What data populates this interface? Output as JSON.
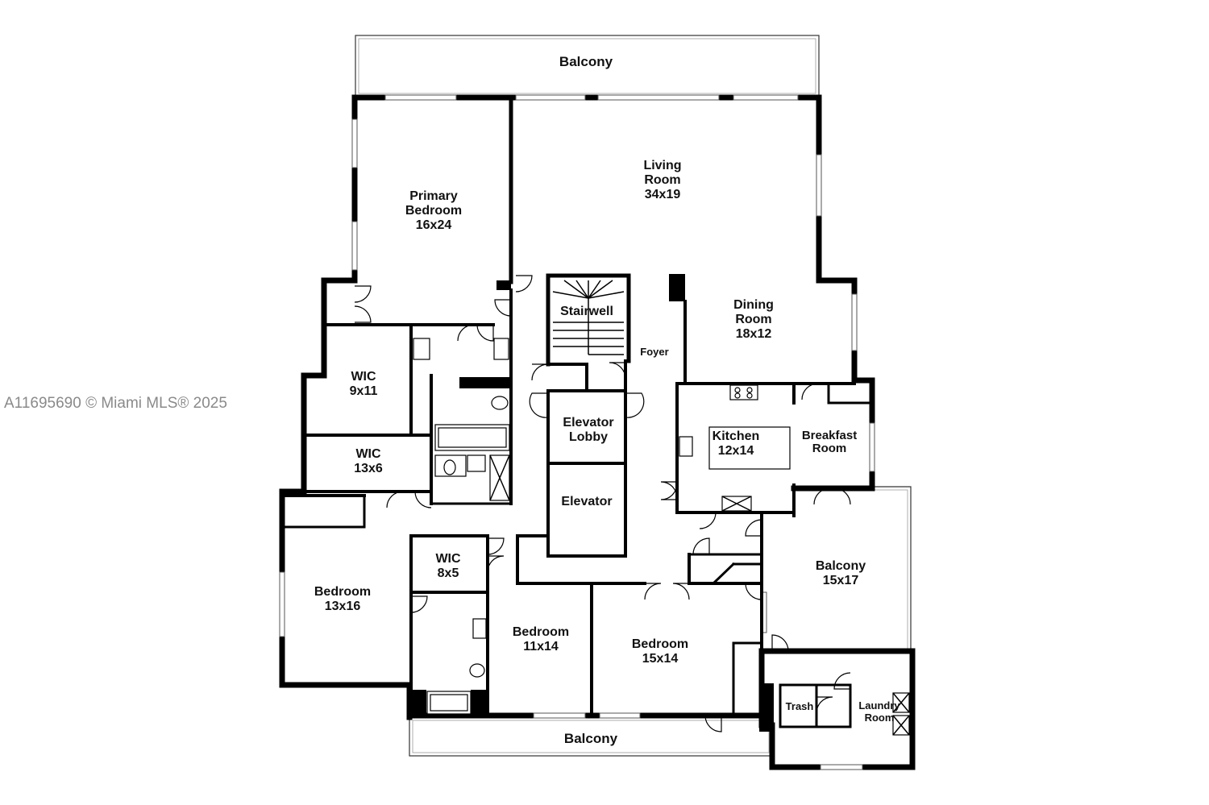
{
  "watermark": "A11695690 © Miami MLS® 2025",
  "rooms": {
    "balcony_top": "Balcony",
    "living": [
      "Living",
      "Room",
      "34x19"
    ],
    "primary": [
      "Primary",
      "Bedroom",
      "16x24"
    ],
    "dining": [
      "Dining",
      "Room",
      "18x12"
    ],
    "stairwell": "Stairwell",
    "foyer": "Foyer",
    "wic1": [
      "WIC",
      "9x11"
    ],
    "wic2": [
      "WIC",
      "13x6"
    ],
    "elevator_lobby": [
      "Elevator",
      "Lobby"
    ],
    "elevator": "Elevator",
    "kitchen": [
      "Kitchen",
      "12x14"
    ],
    "breakfast": [
      "Breakfast",
      "Room"
    ],
    "wic3": [
      "WIC",
      "8x5"
    ],
    "bedroom_left": [
      "Bedroom",
      "13x16"
    ],
    "bedroom_mid": [
      "Bedroom",
      "11x14"
    ],
    "bedroom_right": [
      "Bedroom",
      "15x14"
    ],
    "balcony_right": [
      "Balcony",
      "15x17"
    ],
    "trash": "Trash",
    "laundry": [
      "Laundry",
      "Room"
    ],
    "balcony_bottom": "Balcony"
  }
}
